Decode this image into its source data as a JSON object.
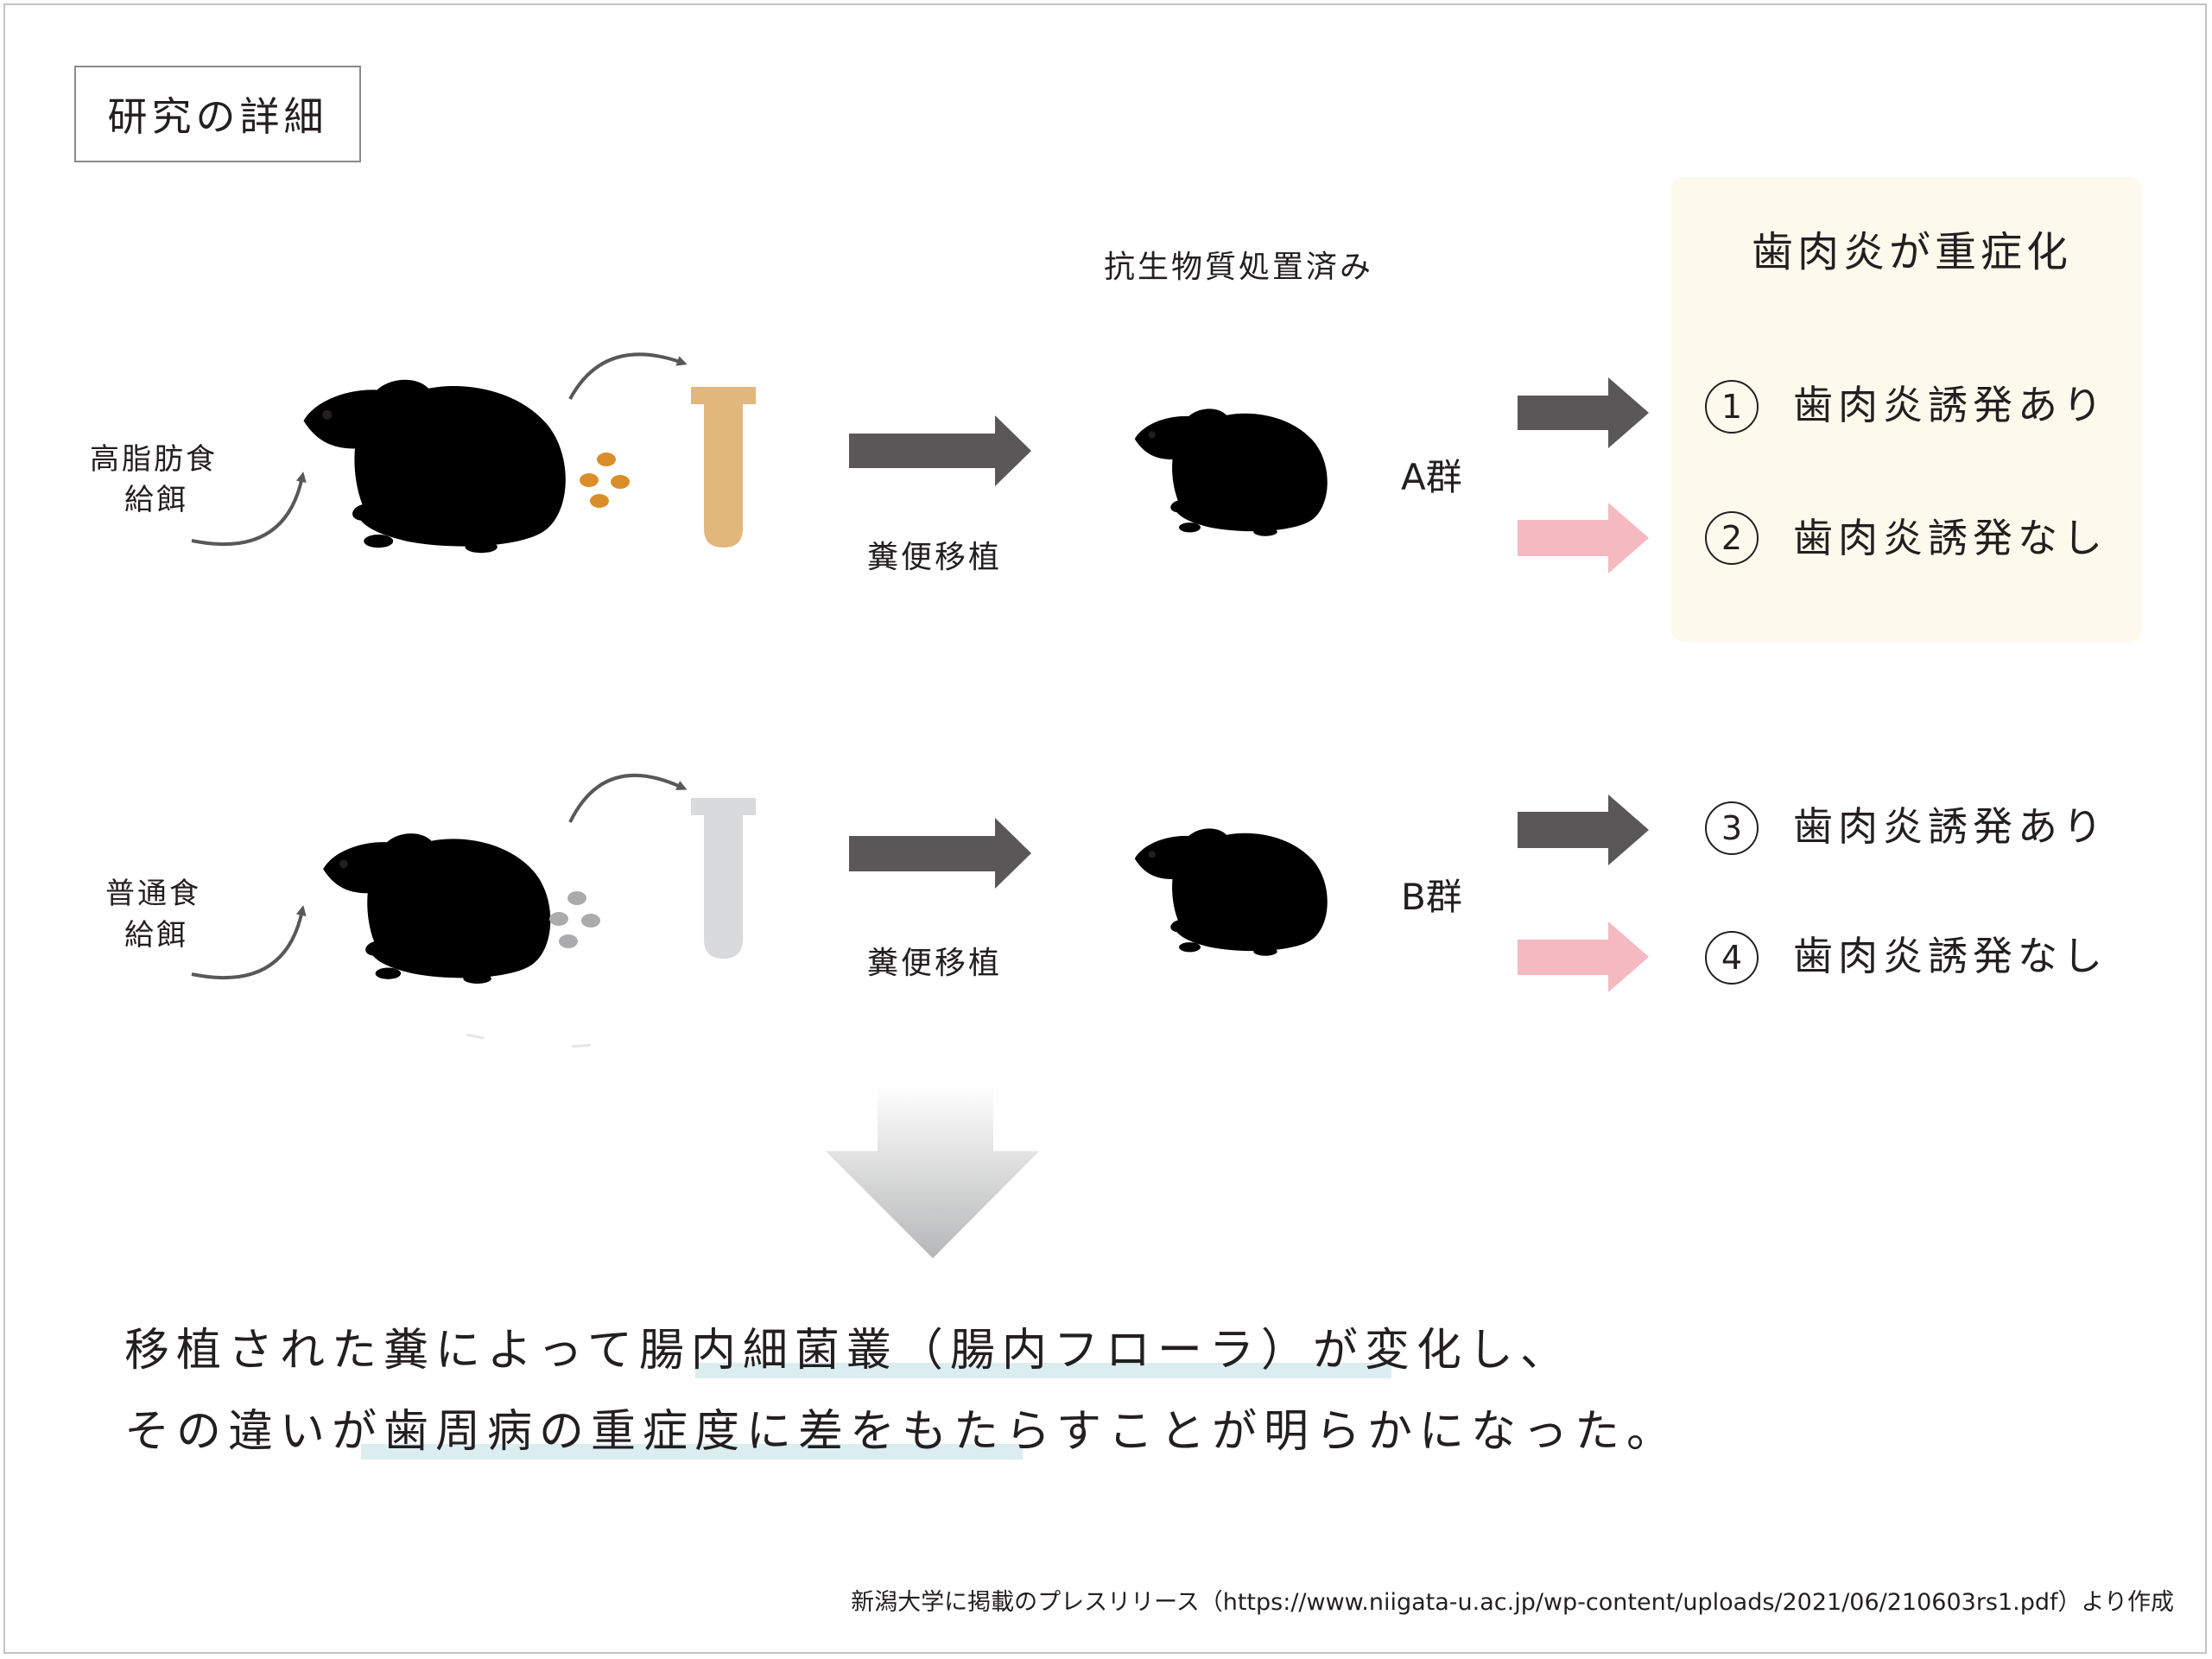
{
  "header": {
    "title": "研究の詳細"
  },
  "groupA": {
    "diet_line1": "高脂肪食",
    "diet_line2": "給餌",
    "transplant_label": "糞便移植",
    "recipient_note": "抗生物質処置済み",
    "group_label": "A群"
  },
  "groupB": {
    "diet_line1": "普通食",
    "diet_line2": "給餌",
    "transplant_label": "糞便移植",
    "group_label": "B群"
  },
  "results": {
    "panel_title": "歯肉炎が重症化",
    "outcomes": [
      {
        "num": "1",
        "label": "歯肉炎誘発あり"
      },
      {
        "num": "2",
        "label": "歯肉炎誘発なし"
      },
      {
        "num": "3",
        "label": "歯肉炎誘発あり"
      },
      {
        "num": "4",
        "label": "歯肉炎誘発なし"
      }
    ]
  },
  "conclusion": {
    "line1_a": "移植された糞によって腸内",
    "line1_b": "細菌叢（腸内フローラ）が変化",
    "line1_c": "し、",
    "line2_a": "その違いが",
    "line2_b": "歯周病の重症度に差を",
    "line2_c": "もたらすことが明らかになった。"
  },
  "footer": {
    "source": "新潟大学に掲載のプレスリリース（https://www.niigata-u.ac.jp/wp-content/uploads/2021/06/210603rs1.pdf）より作成"
  },
  "colors": {
    "dark_arrow": "#595757",
    "pink_arrow": "#f5b9c1",
    "mouse_a": "#ece6d2",
    "mouse_a_recipient": "#e9e4cf",
    "mouse_b": "#dedfe0",
    "tube_a": "#e2b77c",
    "tube_b": "#d9dadb",
    "pellet_a": "#d98e2a",
    "pellet_b": "#a9abad",
    "panel_bg": "#fdf9ec",
    "highlight": "#dcedf0"
  },
  "icons": [
    "mouse-icon",
    "test-tube-icon",
    "fecal-pellet-icon",
    "curved-arrow-icon",
    "block-arrow-icon",
    "down-gradient-arrow-icon"
  ]
}
